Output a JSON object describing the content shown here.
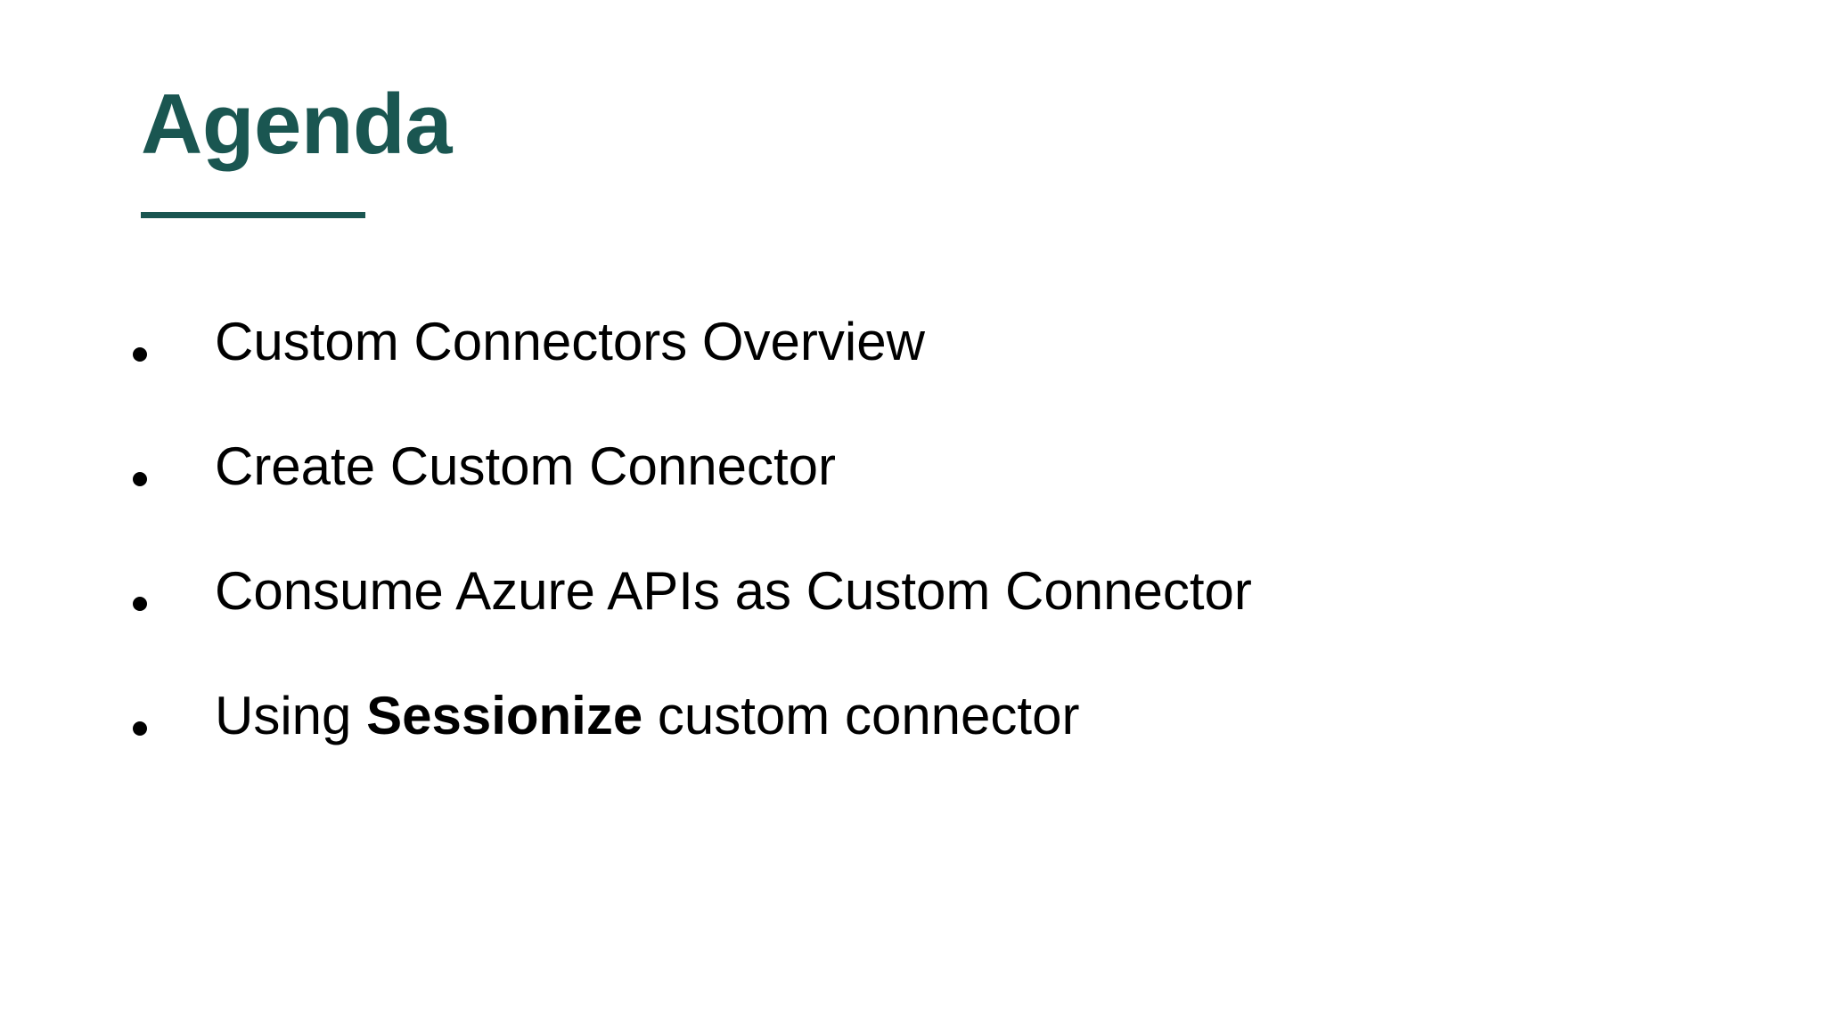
{
  "slide": {
    "title": "Agenda",
    "accent_color": "#1a5651",
    "text_color": "#000000",
    "background_color": "#ffffff",
    "bullets": [
      {
        "parts": [
          {
            "text": "Custom Connectors Overview",
            "bold": false
          }
        ],
        "plain": "Custom Connectors Overview"
      },
      {
        "parts": [
          {
            "text": "Create Custom Connector",
            "bold": false
          }
        ],
        "plain": "Create Custom Connector"
      },
      {
        "parts": [
          {
            "text": "Consume Azure APIs as Custom Connector",
            "bold": false
          }
        ],
        "plain": "Consume Azure APIs as Custom Connector"
      },
      {
        "parts": [
          {
            "text": "Using ",
            "bold": false
          },
          {
            "text": "Sessionize",
            "bold": true
          },
          {
            "text": " custom connector",
            "bold": false
          }
        ],
        "plain": "Using Sessionize custom connector",
        "prefix": "Using ",
        "emphasis": "Sessionize",
        "suffix": " custom connector"
      }
    ]
  }
}
